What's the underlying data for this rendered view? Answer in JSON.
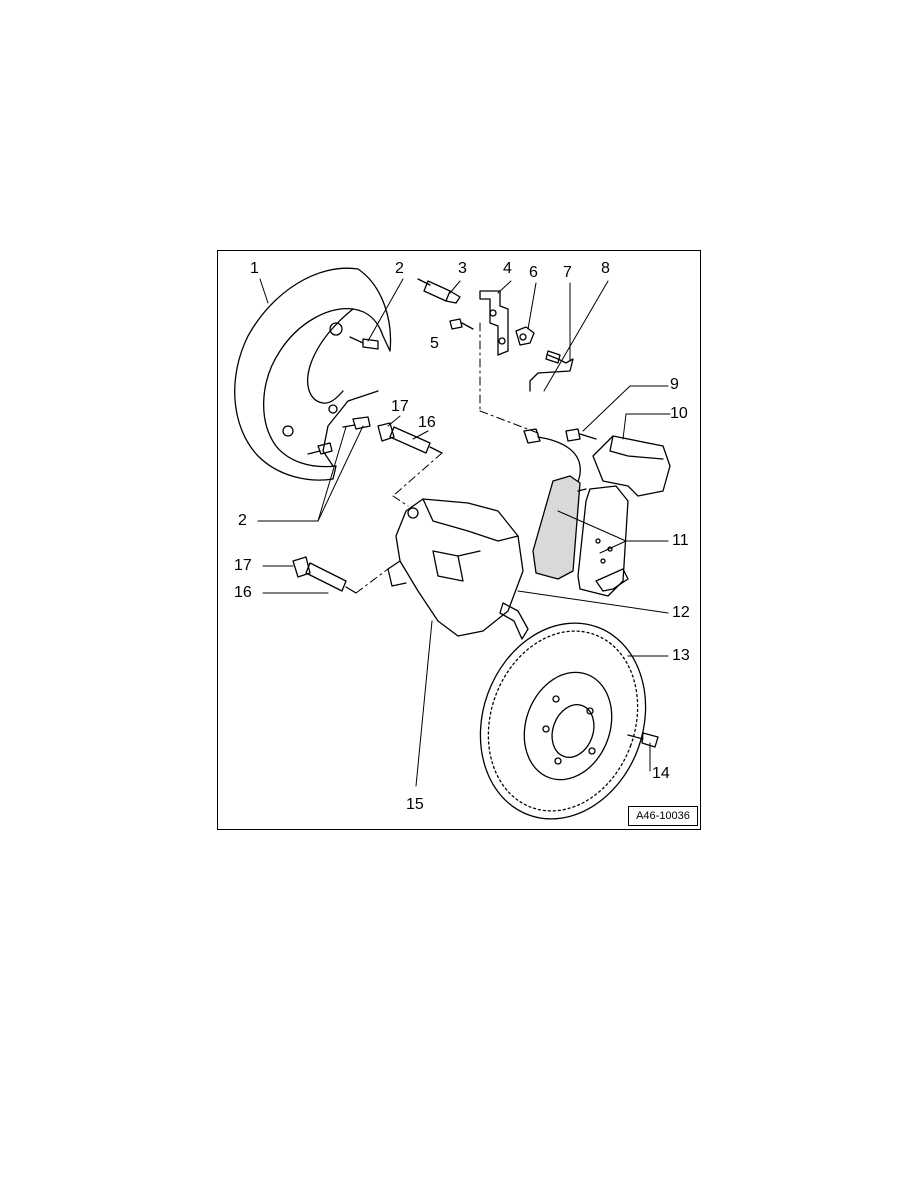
{
  "figure": {
    "reference": "A46-10036",
    "callouts": [
      {
        "id": "c1a",
        "text": "1"
      },
      {
        "id": "c2a",
        "text": "2"
      },
      {
        "id": "c3",
        "text": "3"
      },
      {
        "id": "c4",
        "text": "4"
      },
      {
        "id": "c5",
        "text": "5"
      },
      {
        "id": "c6",
        "text": "6"
      },
      {
        "id": "c7",
        "text": "7"
      },
      {
        "id": "c8",
        "text": "8"
      },
      {
        "id": "c9",
        "text": "9"
      },
      {
        "id": "c10",
        "text": "10"
      },
      {
        "id": "c17a",
        "text": "17"
      },
      {
        "id": "c16a",
        "text": "16"
      },
      {
        "id": "c2b",
        "text": "2"
      },
      {
        "id": "c11",
        "text": "11"
      },
      {
        "id": "c17b",
        "text": "17"
      },
      {
        "id": "c16b",
        "text": "16"
      },
      {
        "id": "c12",
        "text": "12"
      },
      {
        "id": "c13",
        "text": "13"
      },
      {
        "id": "c14",
        "text": "14"
      },
      {
        "id": "c15",
        "text": "15"
      }
    ]
  },
  "colors": {
    "line": "#000000",
    "shade": "#d9d9d9",
    "background": "#ffffff"
  }
}
